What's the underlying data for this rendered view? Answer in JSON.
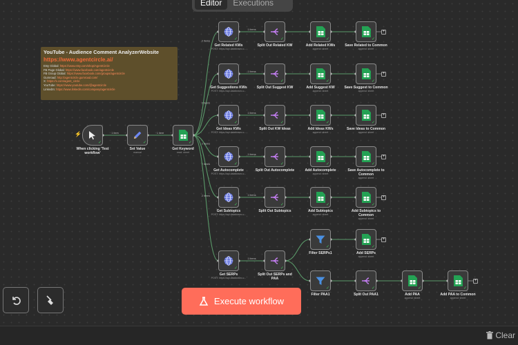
{
  "tabs": [
    "Editor",
    "Executions"
  ],
  "note": {
    "title": "YouTube - Audience Comment AnalyzerWebsite",
    "link": "https://www.agentcircle.ai/",
    "lines": [
      {
        "k": "Etsy Global:",
        "v": "https://www.etsy.com/shop/AgentCircle"
      },
      {
        "k": "FB Page Global:",
        "v": "https://www.facebook.com/agentcircle"
      },
      {
        "k": "FB Group Global:",
        "v": "https://www.facebook.com/groups/agentcircle"
      },
      {
        "k": "Gumroad:",
        "v": "http://agentcircle.gumroad.com/"
      },
      {
        "k": "X:",
        "v": "https://x.com/agent_circle"
      },
      {
        "k": "YouTube:",
        "v": "https://www.youtube.com/@agentcircle"
      },
      {
        "k": "LinkedIn:",
        "v": "https://www.linkedin.com/company/agentcircle"
      }
    ]
  },
  "nodes": {
    "trigger": {
      "label": "When clicking 'Test workflow'",
      "icon": "cursor-icon"
    },
    "setvalue": {
      "label": "Set Value",
      "sub": "manual",
      "icon": "pencil-icon"
    },
    "getkeyword": {
      "label": "Get Keyword",
      "sub": "read: sheet",
      "icon": "sheets-icon"
    },
    "r1": [
      "Get Related KWs",
      "Split Out Related KW",
      "Add Related KWs",
      "Save Related to Common"
    ],
    "r2": [
      "Get Suggestions KWs",
      "Split Out Suggest KW",
      "Add Suggest KW",
      "Save Suggest to Common"
    ],
    "r3": [
      "Get Ideas KWs",
      "Split Out KW Ideas",
      "Add Ideas KWs",
      "Save Ideas to Common"
    ],
    "r4": [
      "Get Autocomplete",
      "Split Out Autocomplete",
      "Add Autocomplete",
      "Save Autocomplete to Common"
    ],
    "r5": [
      "Get Subtopics",
      "Split Out Subtopics",
      "Add Subtopics",
      "Add Subtopics to Common"
    ],
    "r6": [
      "Get SERPs",
      "Split Out SERPs and PAA"
    ],
    "serp_branch": [
      "Filter SERPs1",
      "Add SERPs"
    ],
    "paa_branch": [
      "Filter PAA1",
      "Split Out PAA1",
      "Add PAA",
      "Add PAA to Common"
    ],
    "http_sub": "POST: https://api.dataforseo.c...",
    "append_sub": "append: sheet"
  },
  "edge_labels": {
    "one_item": "1 item",
    "two_items": "2 items",
    "n_items": "1 items"
  },
  "buttons": {
    "execute": "Execute workflow",
    "clear": "Clear"
  },
  "colors": {
    "accent": "#ff6d5a",
    "edge": "#5b9a6a",
    "note": "#5e4f2b"
  }
}
